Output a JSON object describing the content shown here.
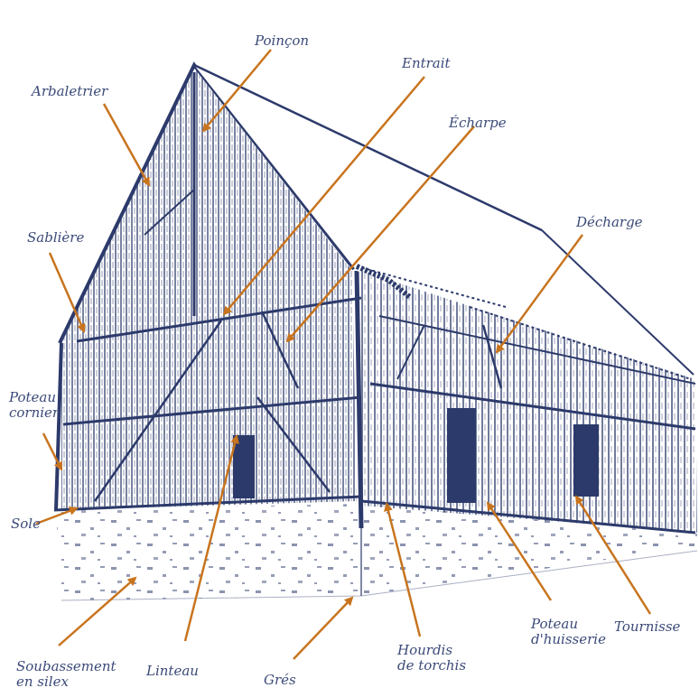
{
  "colors": {
    "ink": "#2c3a6b",
    "ink_light": "#5a6a9a",
    "arrow": "#c8741e",
    "label": "#3b4a78",
    "background": "#ffffff"
  },
  "labels": {
    "poincon": "Poinçon",
    "entrait": "Entrait",
    "arbaletrier": "Arbaletrier",
    "echarpe": "Écharpe",
    "sabliere": "Sablière",
    "decharge": "Décharge",
    "poteau_cornier": "Poteau\ncornier",
    "sole": "Sole",
    "soubassement": "Soubassement\nen silex",
    "linteau": "Linteau",
    "gres": "Grés",
    "hourdis": "Hourdis\nde torchis",
    "poteau_huisserie": "Poteau\nd'huisserie",
    "tournisse": "Tournisse"
  }
}
